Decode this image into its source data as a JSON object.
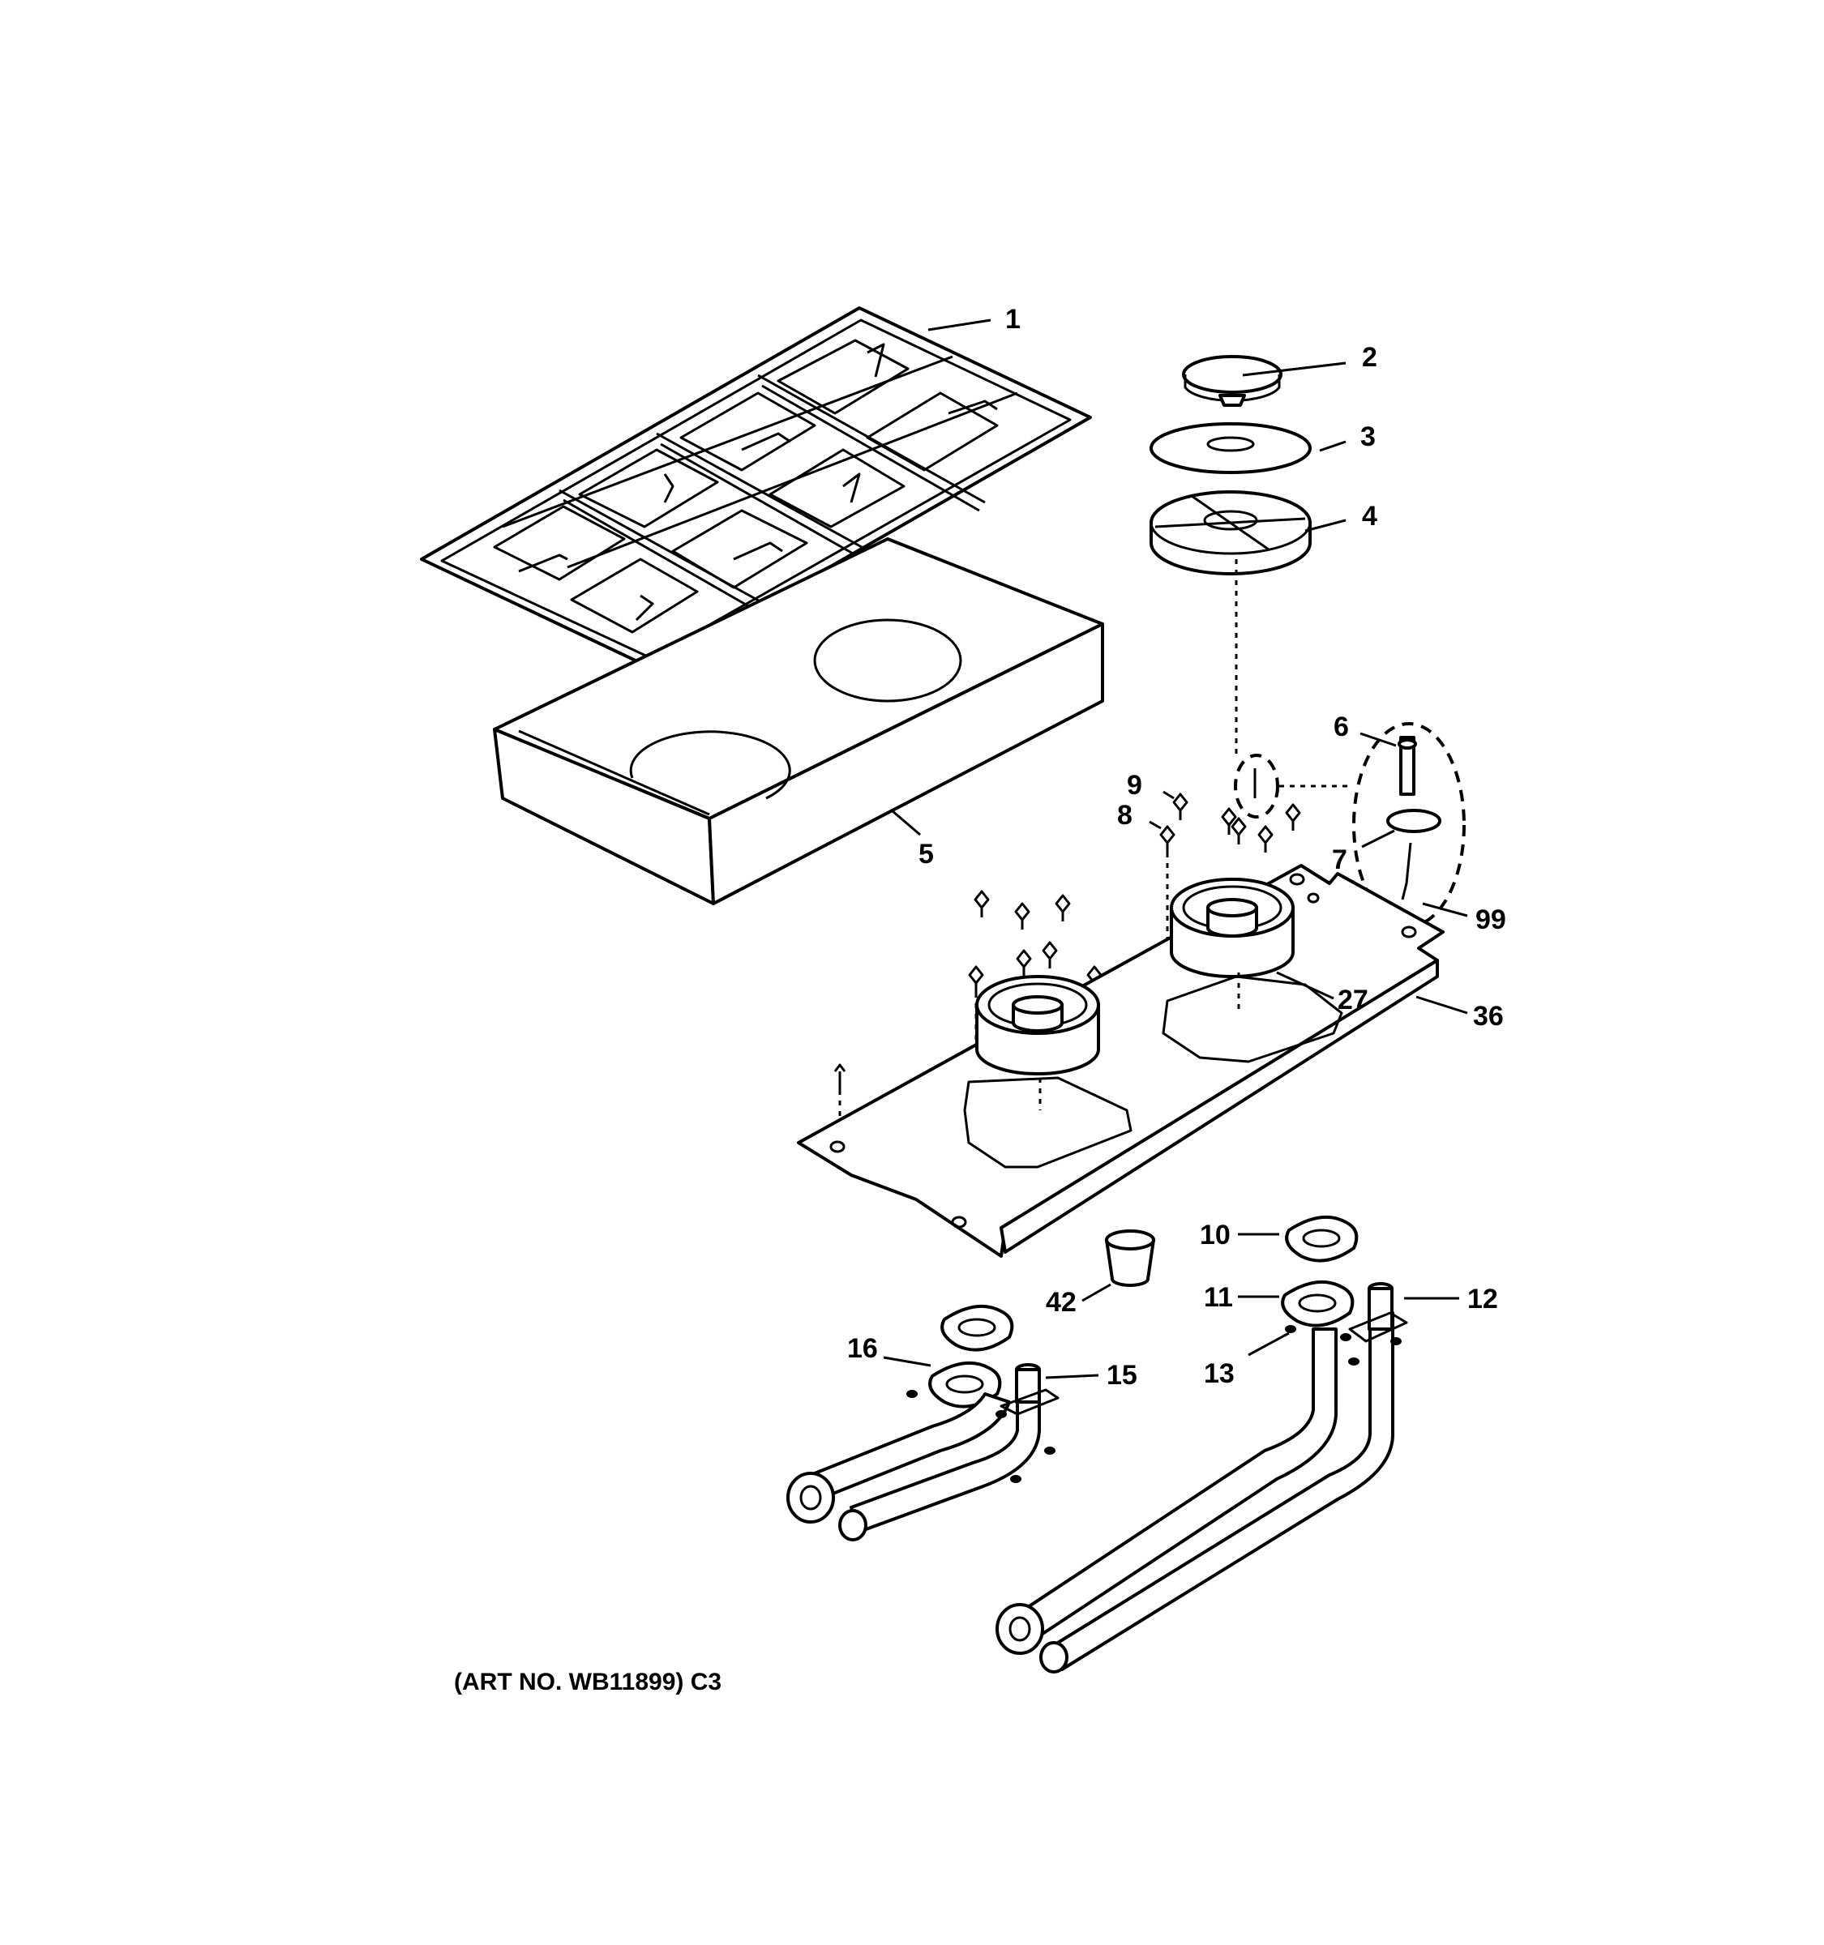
{
  "caption": "(ART NO. WB11899) C3",
  "callouts": [
    {
      "id": "1",
      "text": "1"
    },
    {
      "id": "2",
      "text": "2"
    },
    {
      "id": "3",
      "text": "3"
    },
    {
      "id": "4",
      "text": "4"
    },
    {
      "id": "5",
      "text": "5"
    },
    {
      "id": "6",
      "text": "6"
    },
    {
      "id": "7",
      "text": "7"
    },
    {
      "id": "8",
      "text": "8"
    },
    {
      "id": "9",
      "text": "9"
    },
    {
      "id": "99",
      "text": "99"
    },
    {
      "id": "27",
      "text": "27"
    },
    {
      "id": "36",
      "text": "36"
    },
    {
      "id": "10",
      "text": "10"
    },
    {
      "id": "11",
      "text": "11"
    },
    {
      "id": "12",
      "text": "12"
    },
    {
      "id": "13",
      "text": "13"
    },
    {
      "id": "15",
      "text": "15"
    },
    {
      "id": "16",
      "text": "16"
    },
    {
      "id": "42",
      "text": "42"
    }
  ]
}
